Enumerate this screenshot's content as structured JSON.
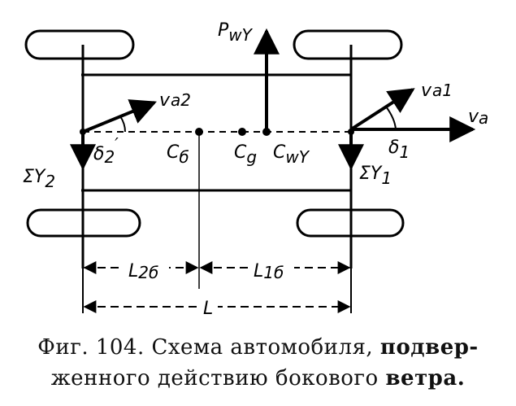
{
  "labels": {
    "p_wy": "P",
    "p_wy_sub": "wY",
    "va2": "v",
    "va2_sub": "a2",
    "va1": "v",
    "va1_sub": "a1",
    "va": "v",
    "va_sub": "a",
    "delta2": "δ",
    "delta2_sub": "2",
    "delta2_mark": "′",
    "delta1": "δ",
    "delta1_sub": "1",
    "c_b": "C",
    "c_b_sub": "б",
    "c_g": "C",
    "c_g_sub": "g",
    "c_wy": "C",
    "c_wy_sub": "wY",
    "sum_y2": "ΣY",
    "sum_y2_sub": "2",
    "sum_y1": "ΣY",
    "sum_y1_sub": "1",
    "l2b": "L",
    "l2b_sub": "2б",
    "l1b": "L",
    "l1b_sub": "1б",
    "l": "L"
  },
  "caption": {
    "line1_regular": "Фиг. 104. Схема автомобиля, ",
    "line1_bold": "подвер-",
    "line2_regular": "женного действию бокового ",
    "line2_bold": "ветра."
  },
  "colors": {
    "ink": "#000000",
    "background": "#ffffff"
  }
}
